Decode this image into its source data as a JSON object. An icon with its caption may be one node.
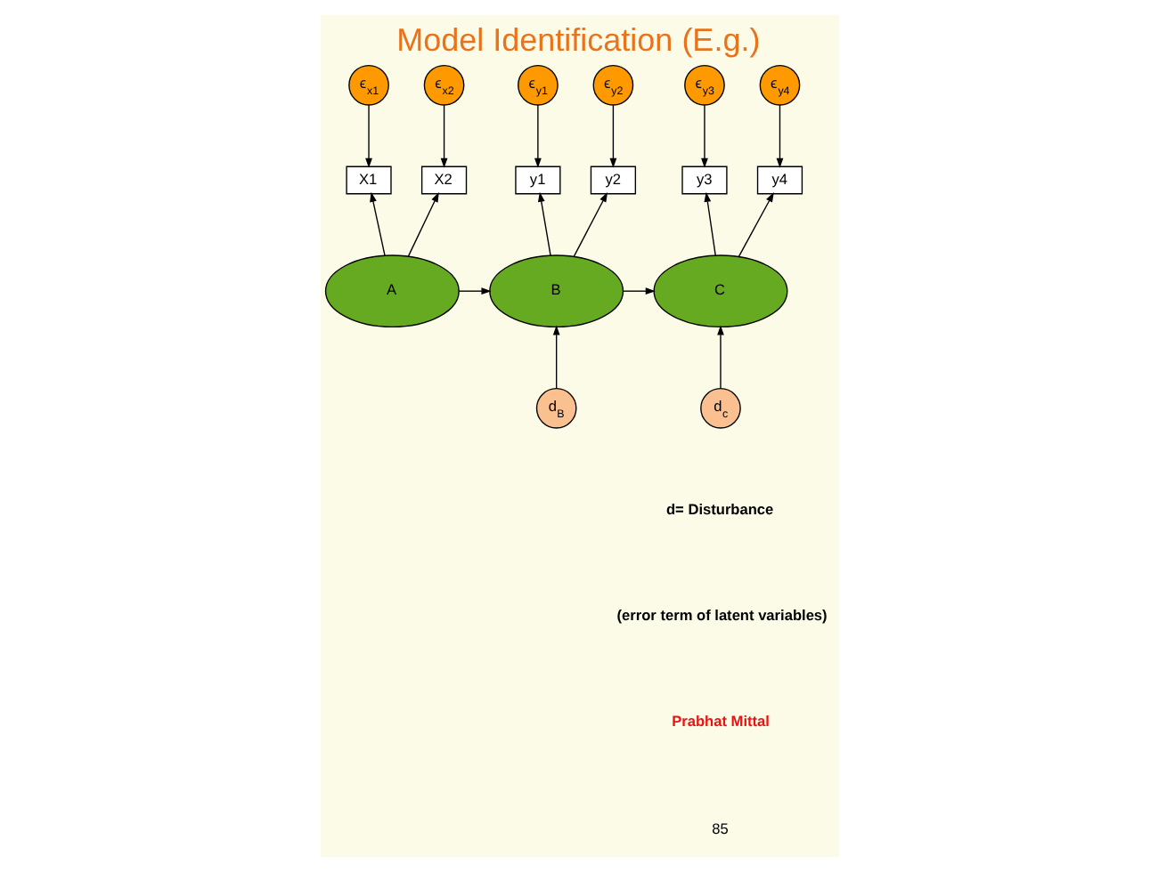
{
  "diagram": {
    "title": "Model Identification (E.g.)",
    "nodes": [
      {
        "text": [
          "ϵ$_{x1}$"
        ]
      },
      {
        "text": [
          "ϵ$_{x2}$"
        ]
      },
      {
        "text": [
          "ϵ$_{y1}$"
        ]
      },
      {
        "text": [
          "ϵ$_{y2}$"
        ]
      },
      {
        "text": [
          "ϵ$_{y3}$"
        ]
      },
      {
        "text": [
          "ϵ$_{y4}$"
        ]
      },
      {
        "text": [
          "X1"
        ]
      },
      {
        "text": [
          "X2"
        ]
      },
      {
        "text": [
          "y1"
        ]
      },
      {
        "text": [
          "y2"
        ]
      },
      {
        "text": [
          "y3"
        ]
      },
      {
        "text": [
          "y4"
        ]
      },
      {
        "text": [
          "A"
        ]
      },
      {
        "text": [
          "B"
        ]
      },
      {
        "text": [
          "C"
        ]
      },
      {
        "text": [
          "d$_{B}$"
        ]
      },
      {
        "text": [
          "d$_{c}$"
        ]
      }
    ],
    "edges": [
      {
        "from": 0,
        "to": 6,
        "arrow": "to"
      },
      {
        "from": 1,
        "to": 7,
        "arrow": "to"
      },
      {
        "from": 2,
        "to": 8,
        "arrow": "to"
      },
      {
        "from": 3,
        "to": 9,
        "arrow": "to"
      },
      {
        "from": 4,
        "to": 10,
        "arrow": "to"
      },
      {
        "from": 5,
        "to": 11,
        "arrow": "to"
      },
      {
        "from": 12,
        "to": 6,
        "arrow": "to"
      },
      {
        "from": 12,
        "to": 7,
        "arrow": "to"
      },
      {
        "from": 13,
        "to": 8,
        "arrow": "to"
      },
      {
        "from": 13,
        "to": 9,
        "arrow": "to"
      },
      {
        "from": 14,
        "to": 10,
        "arrow": "to"
      },
      {
        "from": 14,
        "to": 11,
        "arrow": "to"
      },
      {
        "from": 12,
        "to": 13,
        "arrow": "to"
      },
      {
        "from": 13,
        "to": 14,
        "arrow": "to"
      },
      {
        "from": 15,
        "to": 13,
        "arrow": "to"
      },
      {
        "from": 16,
        "to": 14,
        "arrow": "to"
      }
    ],
    "labels": [
      "d= Disturbance",
      "(error term of latent variables)",
      "Prabhat Mittal",
      "85"
    ]
  }
}
